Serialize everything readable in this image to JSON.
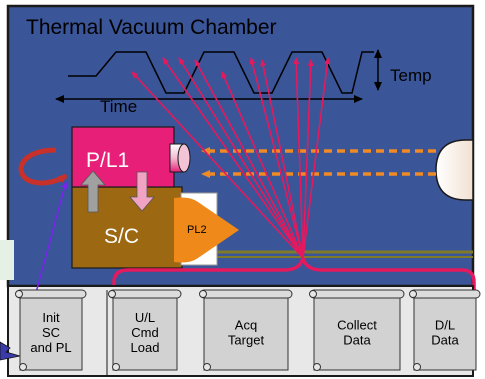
{
  "title": "Thermal Vacuum Chamber",
  "temp_label": "Temp",
  "time_label": "Time",
  "pl1_label": "P/L1",
  "sc_label": "S/C",
  "pl2_label": "PL2",
  "scrolls": [
    {
      "lines": [
        "Init",
        "SC",
        "and PL"
      ]
    },
    {
      "lines": [
        "U/L",
        "Cmd",
        "Load"
      ]
    },
    {
      "lines": [
        "Acq",
        "Target"
      ]
    },
    {
      "lines": [
        "Collect",
        "Data"
      ]
    },
    {
      "lines": [
        "D/L",
        "Data"
      ]
    }
  ],
  "colors": {
    "chamber": "#3a5598",
    "border": "#1a1a1a",
    "pl1": "#e81f78",
    "sc": "#9c6812",
    "pl2": "#ef8a1a",
    "arrows": "#e5195e",
    "beam": "#f08a24",
    "scroll": "#d2d2d2",
    "violet": "#7a22ee"
  }
}
